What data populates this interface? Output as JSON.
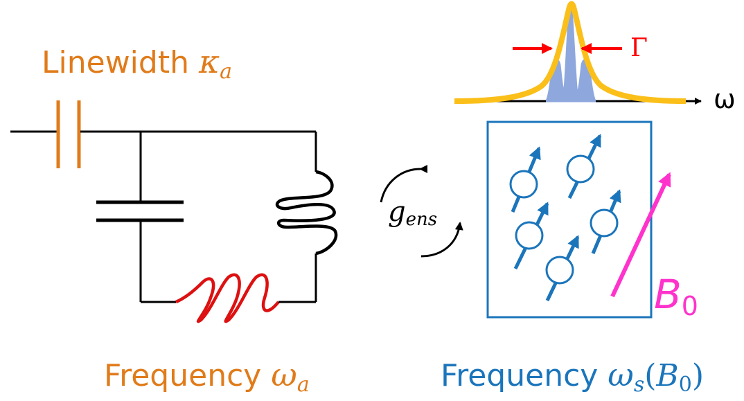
{
  "labels": {
    "linewidth_word": "Linewidth ",
    "linewidth_sym": "κ",
    "linewidth_sub": "a",
    "freq_a_word": "Frequency ",
    "freq_a_sym": "ω",
    "freq_a_sub": "a",
    "freq_s_word": "Frequency ",
    "freq_s_sym": "ω",
    "freq_s_sub": "s",
    "freq_s_open": "(",
    "freq_s_arg": "B",
    "freq_s_arg_sub": "0",
    "freq_s_close": ")",
    "coupling_sym": "g",
    "coupling_sub": "ens",
    "gamma": "Γ",
    "omega_axis": "ω",
    "field": "B",
    "field_sub": "0"
  },
  "colors": {
    "resonator": "#e07b1a",
    "spins": "#1b75bb",
    "field": "#ff33cc",
    "inductor_red": "#dd1111",
    "lorentzian": "#fbbf1a",
    "inhomogeneous": "#8ea8dd",
    "arrow_red": "#ff0000",
    "wire": "#000000"
  }
}
